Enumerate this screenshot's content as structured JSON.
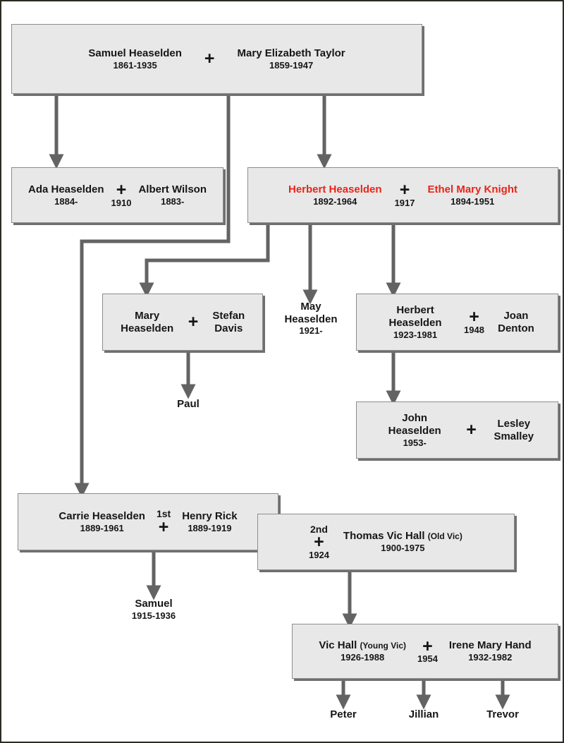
{
  "diagram": {
    "title": "Heaselden family tree",
    "colors": {
      "line": "#636363",
      "box_fill": "#e8e8e8",
      "box_border": "#8d8d8d",
      "text": "#161616",
      "highlight_red": "#ea2418",
      "frame": "#2b2b22"
    }
  },
  "nodes": {
    "samuel_mary": {
      "left": {
        "name": "Samuel Heaselden",
        "dates": "1861-1935"
      },
      "union": {
        "ordinal": "",
        "symbol": "+",
        "year": ""
      },
      "right": {
        "name": "Mary Elizabeth Taylor",
        "dates": "1859-1947"
      }
    },
    "ada_albert": {
      "left": {
        "name": "Ada Heaselden",
        "dates": "1884-"
      },
      "union": {
        "ordinal": "",
        "symbol": "+",
        "year": "1910"
      },
      "right": {
        "name": "Albert Wilson",
        "dates": "1883-"
      }
    },
    "herbert_ethel": {
      "left": {
        "name": "Herbert Heaselden",
        "dates": "1892-1964",
        "color": "red"
      },
      "union": {
        "ordinal": "",
        "symbol": "+",
        "year": "1917"
      },
      "right": {
        "name": "Ethel Mary Knight",
        "dates": "1894-1951",
        "color": "red"
      }
    },
    "mary_stefan": {
      "left": {
        "name": "Mary Heaselden",
        "dates": ""
      },
      "union": {
        "ordinal": "",
        "symbol": "+",
        "year": ""
      },
      "right": {
        "name": "Stefan Davis",
        "dates": ""
      }
    },
    "herbertjr_joan": {
      "left": {
        "name": "Herbert Heaselden",
        "dates": "1923-1981"
      },
      "union": {
        "ordinal": "",
        "symbol": "+",
        "year": "1948"
      },
      "right": {
        "name": "Joan Denton",
        "dates": ""
      }
    },
    "john_lesley": {
      "left": {
        "name": "John Heaselden",
        "dates": "1953-"
      },
      "union": {
        "ordinal": "",
        "symbol": "+",
        "year": ""
      },
      "right": {
        "name": "Lesley Smalley",
        "dates": ""
      }
    },
    "carrie_henry": {
      "left": {
        "name": "Carrie Heaselden",
        "dates": "1889-1961"
      },
      "union": {
        "ordinal": "1st",
        "symbol": "+",
        "year": ""
      },
      "right": {
        "name": "Henry Rick",
        "dates": "1889-1919"
      }
    },
    "carrie_thomas": {
      "union": {
        "ordinal": "2nd",
        "symbol": "+",
        "year": "1924"
      },
      "right": {
        "name": "Thomas Vic Hall",
        "nickname": "(Old Vic)",
        "dates": "1900-1975"
      }
    },
    "vic_irene": {
      "left": {
        "name": "Vic Hall",
        "nickname": "(Young Vic)",
        "dates": "1926-1988"
      },
      "union": {
        "ordinal": "",
        "symbol": "+",
        "year": "1954"
      },
      "right": {
        "name": "Irene Mary Hand",
        "dates": "1932-1982"
      }
    }
  },
  "leaves": {
    "may": {
      "name": "May Heaselden",
      "dates": "1921-"
    },
    "paul": {
      "name": "Paul",
      "dates": ""
    },
    "samuel_child": {
      "name": "Samuel",
      "dates": "1915-1936"
    },
    "peter": {
      "name": "Peter",
      "dates": ""
    },
    "jillian": {
      "name": "Jillian",
      "dates": ""
    },
    "trevor": {
      "name": "Trevor",
      "dates": ""
    }
  }
}
